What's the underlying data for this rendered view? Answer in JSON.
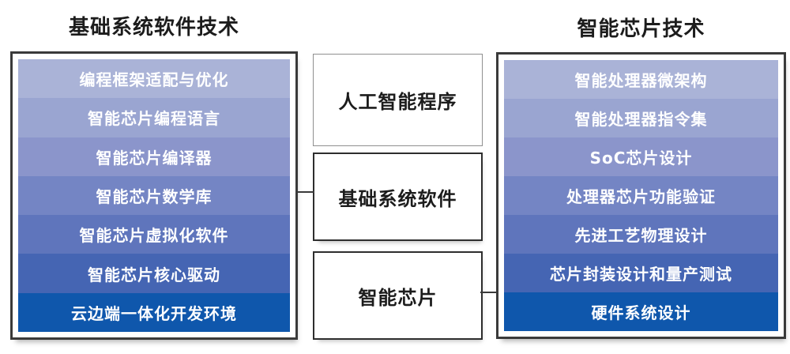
{
  "diagram": {
    "left": {
      "title": "基础系统软件技术",
      "items": [
        "编程框架适配与优化",
        "智能芯片编程语言",
        "智能芯片编译器",
        "智能芯片数学库",
        "智能芯片虚拟化软件",
        "智能芯片核心驱动",
        "云边端一体化开发环境"
      ]
    },
    "center": {
      "boxes": [
        {
          "label": "人工智能程序"
        },
        {
          "label": "基础系统软件"
        },
        {
          "label": "智能芯片"
        }
      ]
    },
    "right": {
      "title": "智能芯片技术",
      "items": [
        "智能处理器微架构",
        "智能处理器指令集",
        "SoC芯片设计",
        "处理器芯片功能验证",
        "先进工艺物理设计",
        "芯片封装设计和量产测试",
        "硬件系统设计"
      ]
    },
    "colors": {
      "row_gradient": [
        "#aab3d7",
        "#9aa5d1",
        "#8b95cb",
        "#7485c4",
        "#5f75bc",
        "#4565b3",
        "#0f57ac"
      ],
      "row_text": "#ffffff",
      "title_text": "#1c1c1c",
      "panel_border": "#3a3a3a",
      "connector": "#3a3a3a"
    }
  }
}
